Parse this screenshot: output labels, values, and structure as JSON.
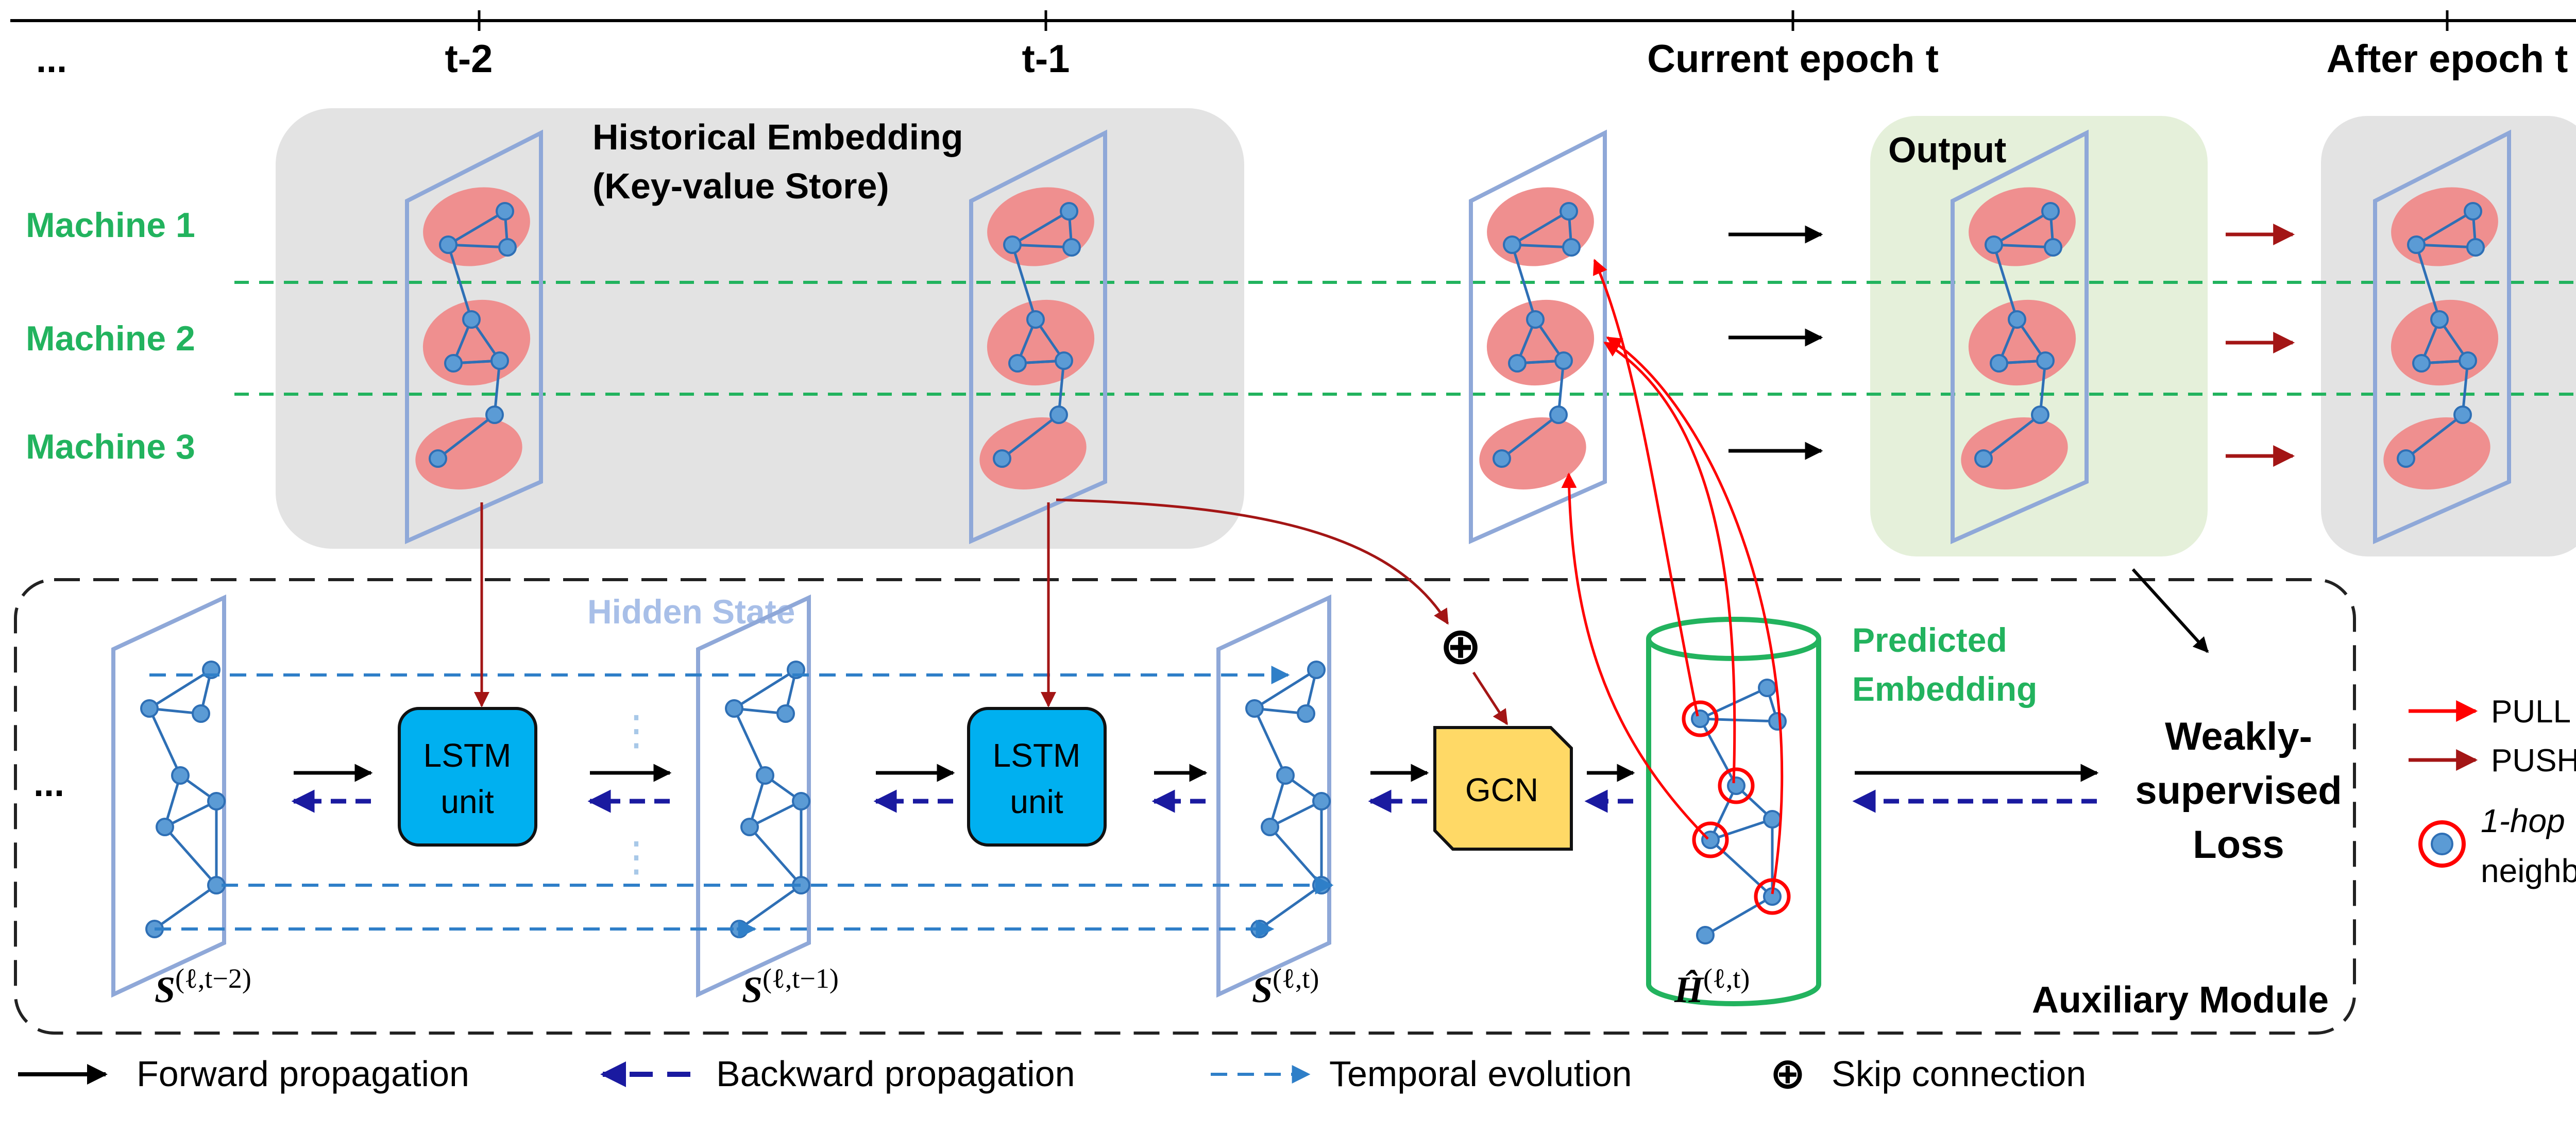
{
  "timeline": {
    "ellipsis": "...",
    "t_minus_2": "t-2",
    "t_minus_1": "t-1",
    "current": "Current epoch t",
    "after": "After epoch t"
  },
  "machines": [
    "Machine 1",
    "Machine 2",
    "Machine 3"
  ],
  "historical": {
    "title_line1": "Historical Embedding",
    "title_line2": "(Key-value Store)"
  },
  "output_label": "Output",
  "hidden_state_label": "Hidden State",
  "lstm": {
    "line1": "LSTM",
    "line2": "unit"
  },
  "gcn_label": "GCN",
  "predicted": {
    "line1": "Predicted",
    "line2": "Embedding"
  },
  "loss": {
    "line1": "Weakly-",
    "line2": "supervised",
    "line3": "Loss"
  },
  "aux_label": "Auxiliary Module",
  "row_ellipsis": "...",
  "skip_symbol": "⊕",
  "vdots": "⋮",
  "state_labels": {
    "s_t2": {
      "main": "S",
      "sup": "(ℓ,t−2)"
    },
    "s_t1": {
      "main": "S",
      "sup": "(ℓ,t−1)"
    },
    "s_t": {
      "main": "S",
      "sup": "(ℓ,t)"
    },
    "h_t": {
      "main": "Ĥ",
      "sup": "(ℓ,t)"
    }
  },
  "side_legend": {
    "pull": "PULL",
    "push": "PUSH",
    "hop_line1": "1-hop",
    "hop_line2": "neighbor"
  },
  "bottom_legend": {
    "forward": "Forward propagation",
    "backward": "Backward propagation",
    "temporal": "Temporal evolution",
    "skip_symbol": "⊕",
    "skip": "Skip connection"
  },
  "colors": {
    "green": "#22b35e",
    "blue_frame": "#8fa8d8",
    "node_fill": "#5b9bd5",
    "node_stroke": "#2e6fb5",
    "cluster": "#ef8f8f",
    "lstm": "#00b0f0",
    "gcn": "#ffd966",
    "pull": "#ff0000",
    "push": "#a31515",
    "backward": "#1a1aa0",
    "temporal": "#2f7fc8",
    "panel_gray": "#e3e3e3",
    "panel_green": "#e5f0da"
  }
}
